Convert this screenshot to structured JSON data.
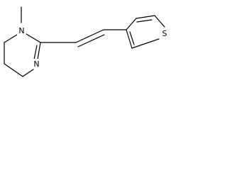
{
  "molecule": {
    "atoms": {
      "n_methyl": "N",
      "n_imine": "N",
      "s_thiophene": "S"
    }
  }
}
